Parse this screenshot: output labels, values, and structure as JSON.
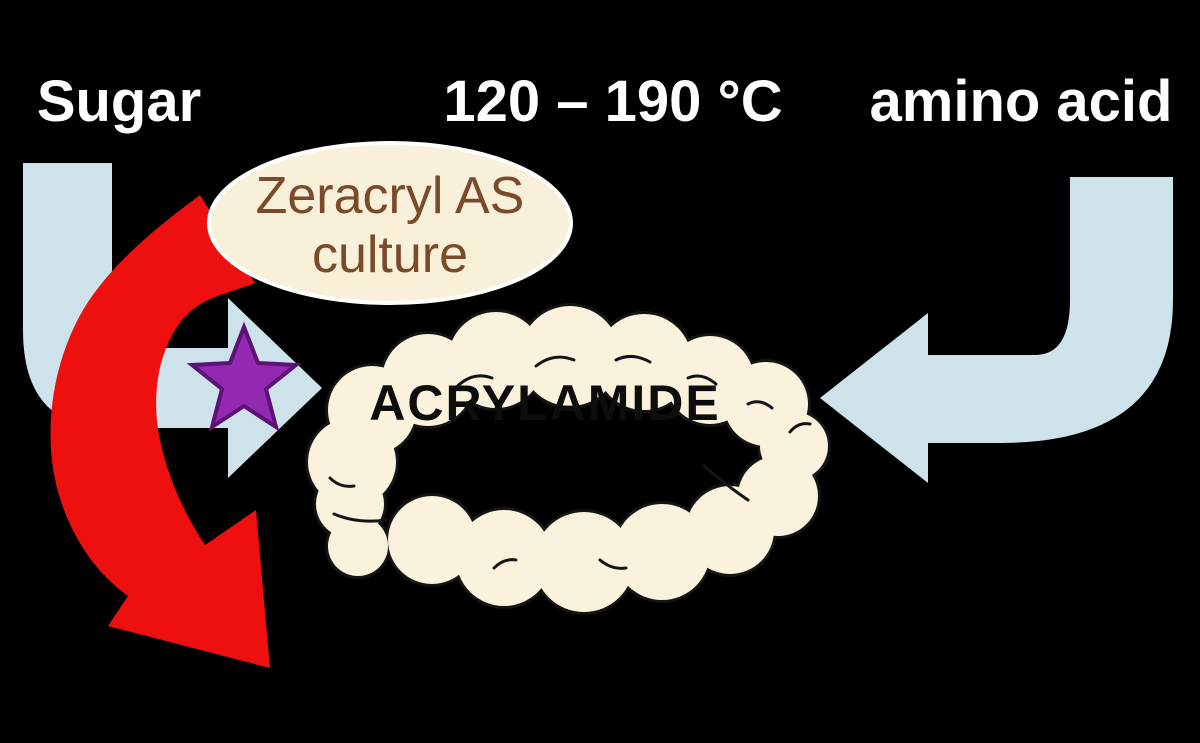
{
  "background": "#000000",
  "header": {
    "sugar": "Sugar",
    "temperature": "120 – 190 °C",
    "amino_acid": "amino acid",
    "text_color": "#ffffff"
  },
  "culture_bubble": {
    "line1": "Zeracryl AS",
    "line2": "culture",
    "fill": "#f8f0d8",
    "border": "#ffffff",
    "text_color": "#7b4a28"
  },
  "product_cloud": {
    "label": "ACRYLAMIDE",
    "fill": "#faf2dc",
    "outline": "#141414",
    "text_color": "#0d0d0d"
  },
  "arrows": {
    "sugar_arrow_color": "#cde2ea",
    "amino_acid_arrow_color": "#cde2ea",
    "diversion_arrow_color": "#ee0f0f"
  },
  "star": {
    "fill": "#9329b1",
    "stroke": "#5c1277"
  }
}
